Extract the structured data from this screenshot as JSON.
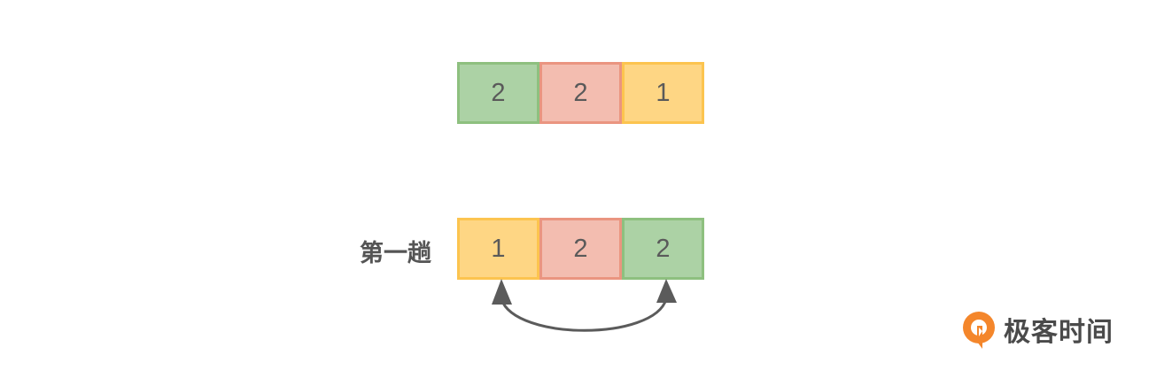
{
  "colors": {
    "green": "#acd2a5",
    "red": "#f3bdb0",
    "yellow": "#fed684"
  },
  "rows": [
    {
      "label": "",
      "cells": [
        {
          "value": "2",
          "color": "green"
        },
        {
          "value": "2",
          "color": "red"
        },
        {
          "value": "1",
          "color": "yellow"
        }
      ]
    },
    {
      "label": "第一趟",
      "cells": [
        {
          "value": "1",
          "color": "yellow"
        },
        {
          "value": "2",
          "color": "red"
        },
        {
          "value": "2",
          "color": "green"
        }
      ]
    }
  ],
  "swap_arrow": {
    "icon": "double-headed-curved-arrow-icon",
    "connects": [
      "rows.1.cells.0",
      "rows.1.cells.2"
    ]
  },
  "brand": {
    "name": "极客时间",
    "icon": "geekbang-logo-icon"
  }
}
